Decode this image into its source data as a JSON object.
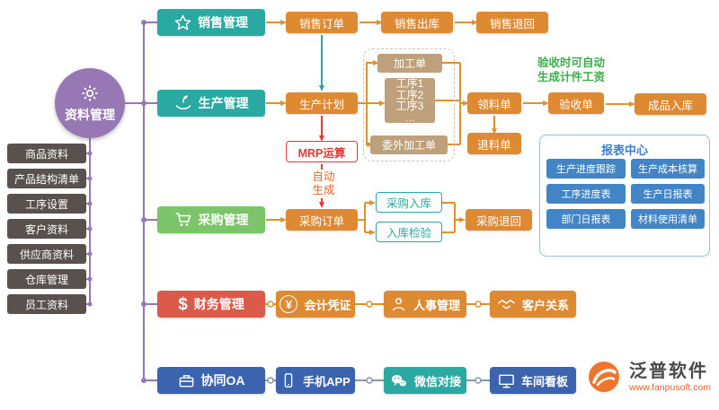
{
  "palette": {
    "teal": "#2AA8A2",
    "orange": "#DD8A33",
    "green": "#7CC46A",
    "red": "#DC5A4A",
    "blue": "#3C64AE",
    "purple": "#9878B4",
    "tan": "#BFA07C",
    "report_blue": "#4285C6",
    "dark_gray": "#59514E",
    "note_green": "#3BAE4B",
    "mrp_red": "#E23C32",
    "brand_orange": "#F0742B"
  },
  "root": {
    "label": "资料管理"
  },
  "master_list": [
    "商品资料",
    "产品结构清单",
    "工序设置",
    "客户资料",
    "供应商资料",
    "仓库管理",
    "员工资料"
  ],
  "sales": {
    "module": "销售管理",
    "order": "销售订单",
    "outbound": "销售出库",
    "returns": "销售退回"
  },
  "production": {
    "module": "生产管理",
    "plan": "生产计划",
    "mrp": "MRP运算",
    "auto_line1": "自动",
    "auto_line2": "生成",
    "job_order": "加工单",
    "ops": [
      "工序1",
      "工序2",
      "工序3",
      "…"
    ],
    "outsource": "委外加工单",
    "material_req": "领料单",
    "material_return": "退料单",
    "acceptance": "验收单",
    "note_line1": "验收时可自动",
    "note_line2": "生成计件工资",
    "finished_in": "成品入库"
  },
  "purchase": {
    "module": "采购管理",
    "order": "采购订单",
    "inbound": "采购入库",
    "inspection": "入库检验",
    "returns": "采购退回"
  },
  "reports": {
    "title": "报表中心",
    "items": [
      "生产进度跟踪",
      "生产成本核算",
      "工序进度表",
      "生产日报表",
      "部门日报表",
      "材料使用清单"
    ]
  },
  "finance": {
    "module": "财务管理",
    "voucher": "会计凭证",
    "hr": "人事管理",
    "crm": "客户关系"
  },
  "oa": {
    "module": "协同OA",
    "app": "手机APP",
    "wechat": "微信对接",
    "board": "车间看板"
  },
  "brand": {
    "name": "泛普软件",
    "site": "www.fanpusoft.com"
  }
}
